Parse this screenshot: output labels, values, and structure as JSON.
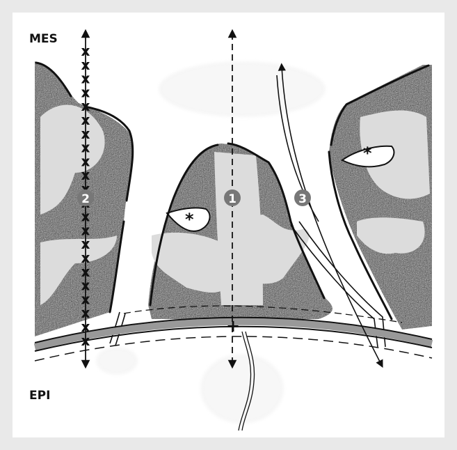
{
  "labels": {
    "top": "MES",
    "bottom": "EPI"
  },
  "markers": [
    {
      "id": "1"
    },
    {
      "id": "2"
    },
    {
      "id": "3"
    }
  ],
  "asterisk": "*",
  "x_mark": "x",
  "plus_mark": "+",
  "colors": {
    "tissue_dark": "#555555",
    "tissue_light": "#dddddd",
    "marker_fill": "#777777",
    "membrane": "#999999",
    "line": "#111111"
  }
}
